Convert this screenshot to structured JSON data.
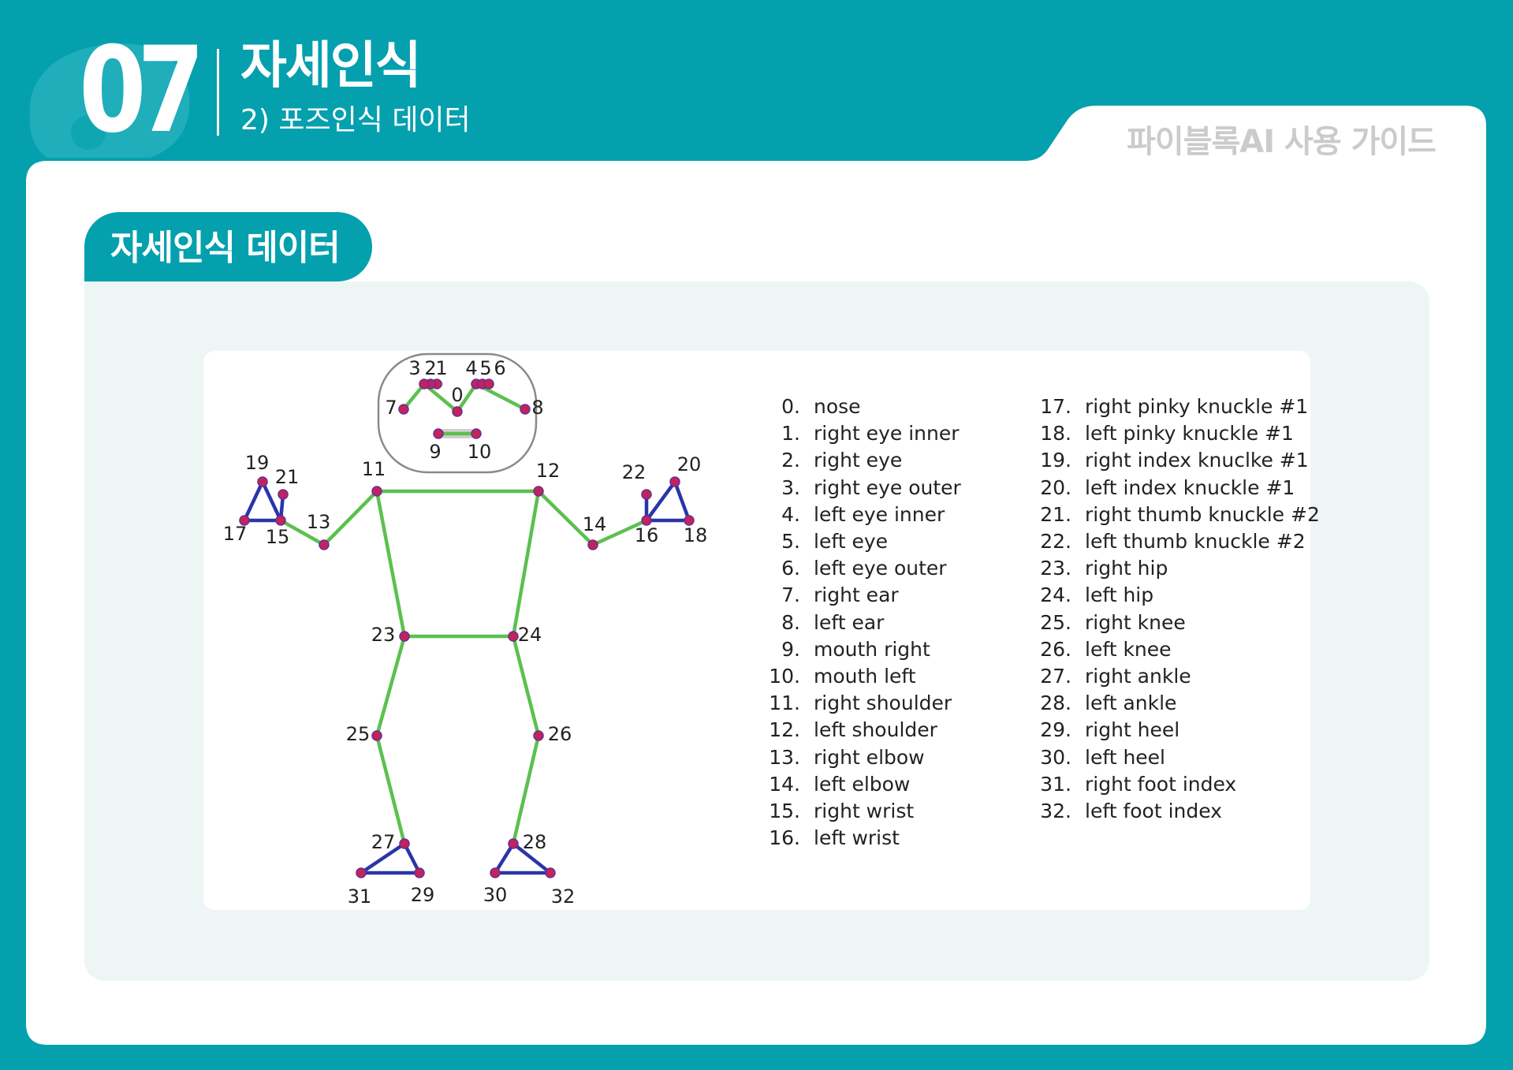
{
  "header": {
    "chapter_number": "07",
    "chapter_title": "자세인식",
    "chapter_subtitle": "2) 포즈인식 데이터",
    "guide_label": "파이블록AI 사용 가이드"
  },
  "section": {
    "title": "자세인식 데이터"
  },
  "colors": {
    "teal": "#05a0ae",
    "panel": "#eef6f5",
    "green_line": "#5cc04f",
    "blue_line": "#2a35a8",
    "joint": "#c2245a"
  },
  "pose_diagram": {
    "keypoints": [
      {
        "id": "0",
        "name": "nose"
      },
      {
        "id": "1",
        "name": "right eye inner"
      },
      {
        "id": "2",
        "name": "right eye"
      },
      {
        "id": "3",
        "name": "right eye outer"
      },
      {
        "id": "4",
        "name": "left eye inner"
      },
      {
        "id": "5",
        "name": "left eye"
      },
      {
        "id": "6",
        "name": "left eye outer"
      },
      {
        "id": "7",
        "name": "right ear"
      },
      {
        "id": "8",
        "name": "left ear"
      },
      {
        "id": "9",
        "name": "mouth right"
      },
      {
        "id": "10",
        "name": "mouth left"
      },
      {
        "id": "11",
        "name": "right shoulder"
      },
      {
        "id": "12",
        "name": "left shoulder"
      },
      {
        "id": "13",
        "name": "right elbow"
      },
      {
        "id": "14",
        "name": "left elbow"
      },
      {
        "id": "15",
        "name": "right wrist"
      },
      {
        "id": "16",
        "name": "left wrist"
      },
      {
        "id": "17",
        "name": "right pinky knuckle #1"
      },
      {
        "id": "18",
        "name": "left pinky knuckle #1"
      },
      {
        "id": "19",
        "name": "right index knuclke #1"
      },
      {
        "id": "20",
        "name": "left index knuckle #1"
      },
      {
        "id": "21",
        "name": "right thumb knuckle #2"
      },
      {
        "id": "22",
        "name": "left thumb knuckle #2"
      },
      {
        "id": "23",
        "name": "right hip"
      },
      {
        "id": "24",
        "name": "left hip"
      },
      {
        "id": "25",
        "name": "right knee"
      },
      {
        "id": "26",
        "name": "left knee"
      },
      {
        "id": "27",
        "name": "right ankle"
      },
      {
        "id": "28",
        "name": "left ankle"
      },
      {
        "id": "29",
        "name": "right heel"
      },
      {
        "id": "30",
        "name": "left heel"
      },
      {
        "id": "31",
        "name": "right foot index"
      },
      {
        "id": "32",
        "name": "left foot index"
      }
    ]
  }
}
